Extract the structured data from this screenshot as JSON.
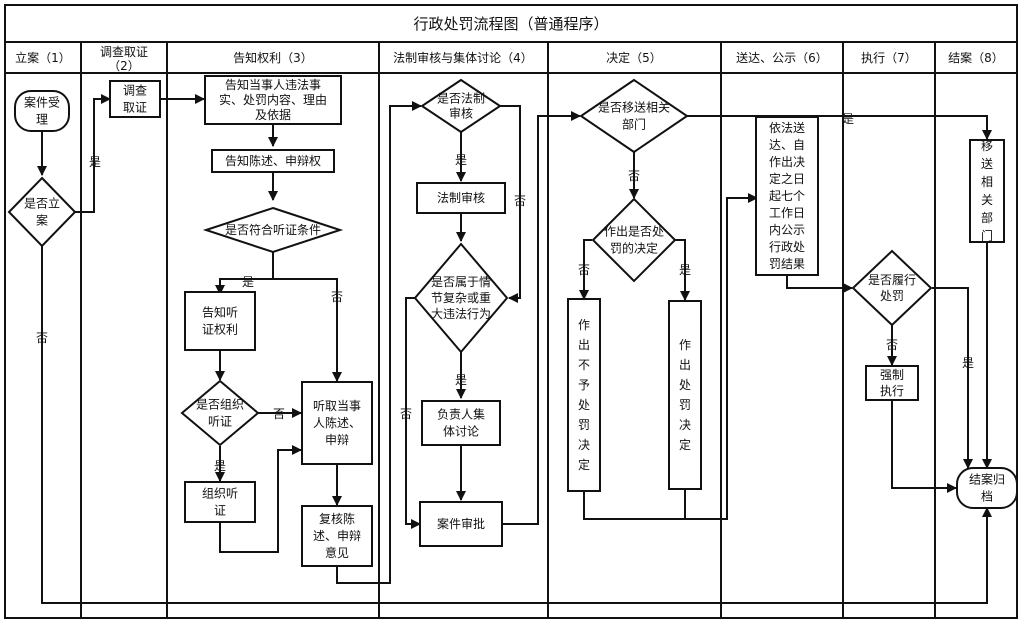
{
  "title": "行政处罚流程图（普通程序）",
  "lanes": [
    {
      "id": "lian",
      "label": "立案（1）"
    },
    {
      "id": "diaocha",
      "label": "调查取证（2）"
    },
    {
      "id": "gaozhi",
      "label": "告知权利（3）"
    },
    {
      "id": "fazhi",
      "label": "法制审核与集体讨论（4）"
    },
    {
      "id": "jueding",
      "label": "决定（5）"
    },
    {
      "id": "songda",
      "label": "送达、公示（6）"
    },
    {
      "id": "zhixing",
      "label": "执行（7）"
    },
    {
      "id": "jiean",
      "label": "结案（8）"
    }
  ],
  "nodes": {
    "case_accept": {
      "type": "terminal",
      "lines": [
        "案件受",
        "理"
      ]
    },
    "is_register": {
      "type": "decision",
      "lines": [
        "是否立",
        "案"
      ]
    },
    "investigate": {
      "type": "process",
      "lines": [
        "调查",
        "取证"
      ]
    },
    "notify_facts": {
      "type": "process",
      "lines": [
        "告知当事人违法事",
        "实、处罚内容、理由",
        "及依据"
      ]
    },
    "notify_defense": {
      "type": "process",
      "lines": [
        "告知陈述、申辩权"
      ]
    },
    "hearing_cond": {
      "type": "decision",
      "lines": [
        "是否符合听证条件"
      ]
    },
    "notify_hearing": {
      "type": "process",
      "lines": [
        "告知听",
        "证权利"
      ]
    },
    "organize_q": {
      "type": "decision",
      "lines": [
        "是否组织",
        "听证"
      ]
    },
    "organize": {
      "type": "process",
      "lines": [
        "组织听",
        "证"
      ]
    },
    "listen": {
      "type": "process",
      "lines": [
        "听取当事",
        "人陈述、",
        "申辩"
      ]
    },
    "review_opinion": {
      "type": "process",
      "lines": [
        "复核陈",
        "述、申辩",
        "意见"
      ]
    },
    "legal_q": {
      "type": "decision",
      "lines": [
        "是否法制",
        "审核"
      ]
    },
    "legal_review": {
      "type": "process",
      "lines": [
        "法制审核"
      ]
    },
    "complex_q": {
      "type": "decision",
      "lines": [
        "是否属于情",
        "节复杂或重",
        "大违法行为"
      ]
    },
    "collective": {
      "type": "process",
      "lines": [
        "负责人集",
        "体讨论"
      ]
    },
    "approve": {
      "type": "process",
      "lines": [
        "案件审批"
      ]
    },
    "transfer_q": {
      "type": "decision",
      "lines": [
        "是否移送相关",
        "部门"
      ]
    },
    "penalty_q": {
      "type": "decision",
      "lines": [
        "作出是否处",
        "罚的决定"
      ]
    },
    "no_penalty": {
      "type": "process",
      "lines": [
        "作",
        "出",
        "不",
        "予",
        "处",
        "罚",
        "决",
        "定"
      ]
    },
    "penalty": {
      "type": "process",
      "lines": [
        "作",
        "出",
        "处",
        "罚",
        "决",
        "定"
      ]
    },
    "publicize": {
      "type": "process",
      "lines": [
        "依法送",
        "达、自",
        "作出决",
        "定之日",
        "起七个",
        "工作日",
        "内公示",
        "行政处",
        "罚结果"
      ]
    },
    "transfer": {
      "type": "process",
      "lines": [
        "移",
        "送",
        "相",
        "关",
        "部",
        "门"
      ]
    },
    "perform_q": {
      "type": "decision",
      "lines": [
        "是否履行",
        "处罚"
      ]
    },
    "enforce": {
      "type": "process",
      "lines": [
        "强制",
        "执行"
      ]
    },
    "archive": {
      "type": "terminal",
      "lines": [
        "结案归",
        "档"
      ]
    }
  },
  "edge_labels": {
    "yes": "是",
    "no": "否"
  }
}
